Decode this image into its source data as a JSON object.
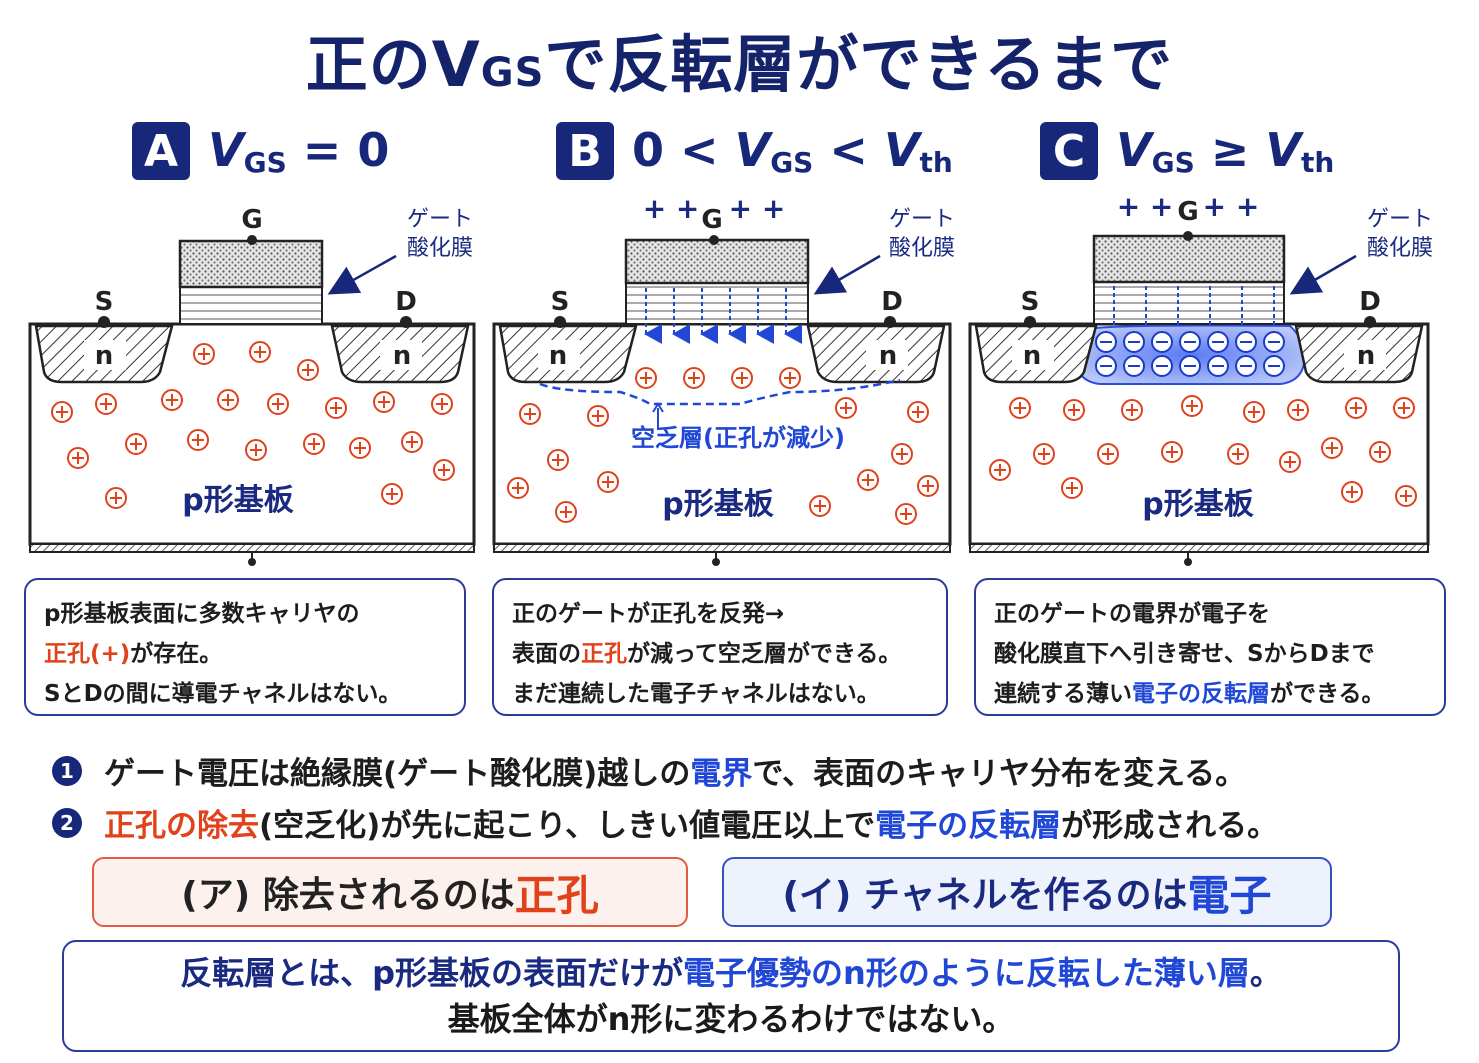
{
  "title": {
    "main": "正のV",
    "sub": "GS",
    "rest": "で反転層ができるまで"
  },
  "panels": [
    {
      "badge": "A",
      "cond_v": "V",
      "cond_sub": "GS",
      "cond_rest": " = 0",
      "gate": "G",
      "oxide": [
        "ゲート",
        "酸化膜"
      ],
      "source": "S",
      "drain": "D",
      "n": "n",
      "substrate": "p形基板",
      "plus_marks": "",
      "hole": "+",
      "electron": "−",
      "desc": [
        {
          "a": "p形基板表面に多数キャリヤの",
          "b": "",
          "c": ""
        },
        {
          "a": "",
          "b": "正孔(+)",
          "c": "が存在。"
        },
        {
          "a": "SとDの間に導電チャネルはない。",
          "b": "",
          "c": ""
        }
      ]
    },
    {
      "badge": "B",
      "cond_pre": "0 < ",
      "cond_v": "V",
      "cond_sub": "GS",
      "cond_mid": " < ",
      "cond_v2": "V",
      "cond_sub2": "th",
      "gate": "G",
      "oxide": [
        "ゲート",
        "酸化膜"
      ],
      "source": "S",
      "drain": "D",
      "n": "n",
      "substrate": "p形基板",
      "plus_marks": "+ +   + +",
      "depletion": "空乏層(正孔が減少)",
      "desc": [
        {
          "a": "正のゲートが正孔を反発→",
          "b": "",
          "c": ""
        },
        {
          "a": "表面の",
          "b": "正孔",
          "c": "が減って空乏層ができる。"
        },
        {
          "a": "まだ連続した電子チャネルはない。",
          "b": "",
          "c": ""
        }
      ]
    },
    {
      "badge": "C",
      "cond_v": "V",
      "cond_sub": "GS",
      "cond_mid": " ≥ ",
      "cond_v2": "V",
      "cond_sub2": "th",
      "gate": "G",
      "oxide": [
        "ゲート",
        "酸化膜"
      ],
      "source": "S",
      "drain": "D",
      "n": "n",
      "substrate": "p形基板",
      "plus_marks": "+ +   + +",
      "desc": [
        {
          "a": "正のゲートの電界が電子を",
          "b": "",
          "c": ""
        },
        {
          "a": "酸化膜直下へ引き寄せ、SからDまで",
          "b": "",
          "c": ""
        },
        {
          "a": "連続する薄い",
          "b": "電子の反転層",
          "c": "ができる。"
        }
      ]
    }
  ],
  "points": [
    {
      "num": "1",
      "a": "ゲート電圧は絶縁膜(ゲート酸化膜)越しの",
      "b": "電界",
      "c": "で、表面のキャリヤ分布を変える。"
    },
    {
      "num": "2",
      "a0": "正孔の除去",
      "a": "(空乏化)が先に起こり、しきい値電圧以上で",
      "b": "電子の反転層",
      "c": "が形成される。"
    }
  ],
  "pills": {
    "a": {
      "pre": "(ア) 除去されるのは",
      "em": "正孔"
    },
    "b": {
      "pre": "(イ) チャネルを作るのは",
      "em": "電子"
    }
  },
  "final": {
    "l1a": "反転層とは、p形基板の表面だけが",
    "l1b": "電子優勢のn形のように反転した薄い層",
    "l1c": "。",
    "l2": "基板全体がn形に変わるわけではない。"
  },
  "colors": {
    "navy": "#17277a",
    "red": "#e0431c",
    "blue": "#2047d6"
  }
}
